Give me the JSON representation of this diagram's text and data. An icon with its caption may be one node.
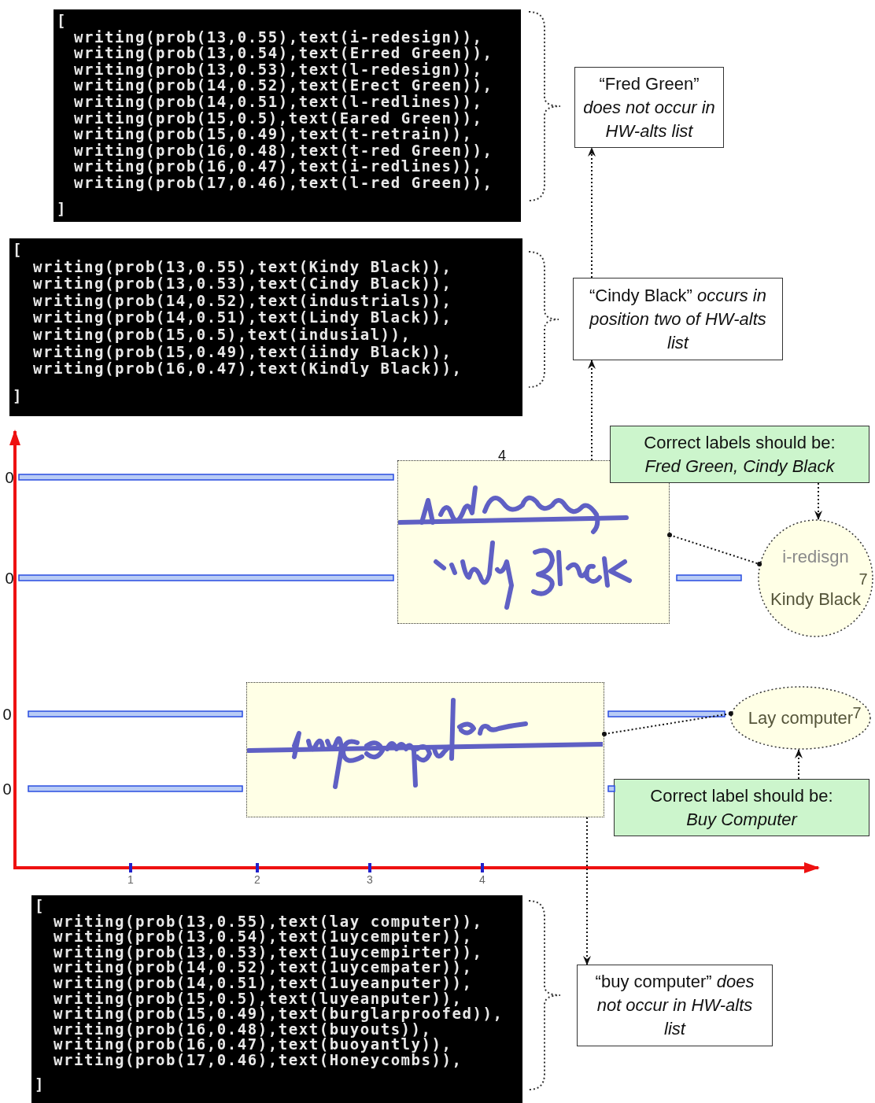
{
  "diagram": {
    "nodes": [
      {
        "text": [
          "[",
          "writing(prob(13,0.55),text(i-redesign)),",
          "writing(prob(13,0.54),text(Erred Green)),",
          "writing(prob(13,0.53),text(l-redesign)),",
          "writing(prob(14,0.52),text(Erect Green)),",
          "writing(prob(14,0.51),text(l-redlines)),",
          "writing(prob(15,0.5),text(Eared Green)),",
          "writing(prob(15,0.49),text(t-retrain)),",
          "writing(prob(16,0.48),text(t-red Green)),",
          "writing(prob(16,0.47),text(i-redlines)),",
          "writing(prob(17,0.46),text(l-red Green)),",
          "]"
        ]
      },
      {
        "text": [
          "“Fred Green” *does not occur in HW-alts list*"
        ]
      },
      {
        "text": [
          "[",
          "writing(prob(13,0.55),text(Kindy Black)),",
          "writing(prob(13,0.53),text(Cindy Black)),",
          "writing(prob(14,0.52),text(industrials)),",
          "writing(prob(14,0.51),text(Lindy Black)),",
          "writing(prob(15,0.5),text(indusial)),",
          "writing(prob(15,0.49),text(iindy Black)),",
          "writing(prob(16,0.47),text(Kindly Black)),",
          "]"
        ]
      },
      {
        "text": [
          "“Cindy Black” *occurs in position two of HW-alts list*"
        ]
      },
      {
        "text": [],
        "shape": "picture"
      },
      {
        "text": [
          "Correct labels should be:",
          "Fred Green, Cindy Black"
        ]
      },
      {
        "text": [
          "i-redisgn",
          "Kindy Black"
        ]
      },
      {
        "text": [],
        "shape": "picture"
      },
      {
        "text": [
          "Lay computer"
        ]
      },
      {
        "text": [
          "Correct label should be:",
          "Buy Computer"
        ]
      },
      {
        "text": [
          "[",
          "writing(prob(13,0.55),text(lay computer)),",
          "writing(prob(13,0.54),text(1uycemputer)),",
          "writing(prob(13,0.53),text(1uycempirter)),",
          "writing(prob(14,0.52),text(1uycempater)),",
          "writing(prob(14,0.51),text(1uyeanputer)),",
          "writing(prob(15,0.5),text(luyeanputer)),",
          "writing(prob(15,0.49),text(burglarproofed)),",
          "writing(prob(16,0.48),text(buyouts)),",
          "writing(prob(16,0.47),text(buoyantly)),",
          "writing(prob(17,0.46),text(Honeycombs)),",
          "]"
        ]
      },
      {
        "text": [
          "“buy computer” *does not occur in HW-alts list*"
        ]
      }
    ],
    "edges": [
      {
        "from": 3,
        "to": 1,
        "arrow": "to"
      },
      {
        "from": 4,
        "to": 3,
        "arrow": "to"
      },
      {
        "from": 5,
        "to": 6,
        "arrow": "to"
      },
      {
        "from": 4,
        "to": 6,
        "arrow": "other"
      },
      {
        "from": 7,
        "to": 8,
        "arrow": "other"
      },
      {
        "from": 9,
        "to": 8,
        "arrow": "to"
      },
      {
        "from": 7,
        "to": 11,
        "arrow": "to"
      }
    ],
    "labels": [
      "4",
      "0",
      "0",
      "7",
      "0",
      "7",
      "0",
      "1",
      "2",
      "3",
      "4"
    ]
  }
}
